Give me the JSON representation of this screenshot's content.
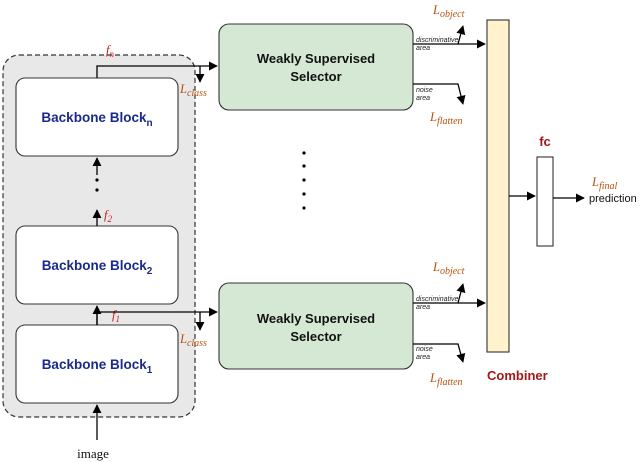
{
  "backbone": {
    "blocks": [
      {
        "base": "Backbone Block",
        "sub": "n"
      },
      {
        "base": "Backbone Block",
        "sub": "2"
      },
      {
        "base": "Backbone Block",
        "sub": "1"
      }
    ],
    "features": [
      {
        "base": "f",
        "sub": "n"
      },
      {
        "base": "f",
        "sub": "2"
      },
      {
        "base": "f",
        "sub": "1"
      }
    ],
    "input_label": "image"
  },
  "selector": {
    "title_line1": "Weakly Supervised",
    "title_line2": "Selector",
    "discriminative_line1": "discriminative",
    "discriminative_line2": "area",
    "noise_line1": "noise",
    "noise_line2": "area"
  },
  "losses": {
    "class": {
      "base": "L",
      "sub": "class"
    },
    "object": {
      "base": "L",
      "sub": "object"
    },
    "flatten": {
      "base": "L",
      "sub": "flatten"
    },
    "final": {
      "base": "L",
      "sub": "final"
    }
  },
  "combiner": {
    "label": "Combiner"
  },
  "fc": {
    "label": "fc"
  },
  "output": {
    "label": "prediction"
  },
  "colors": {
    "selector_fill": "#d5e8d4",
    "combiner_fill": "#fff2cc",
    "backbone_group_fill": "#e8e8e8",
    "block_text": "#1a2a8c",
    "loss_text": "#b8500c",
    "feature_text": "#cc1a1a"
  }
}
